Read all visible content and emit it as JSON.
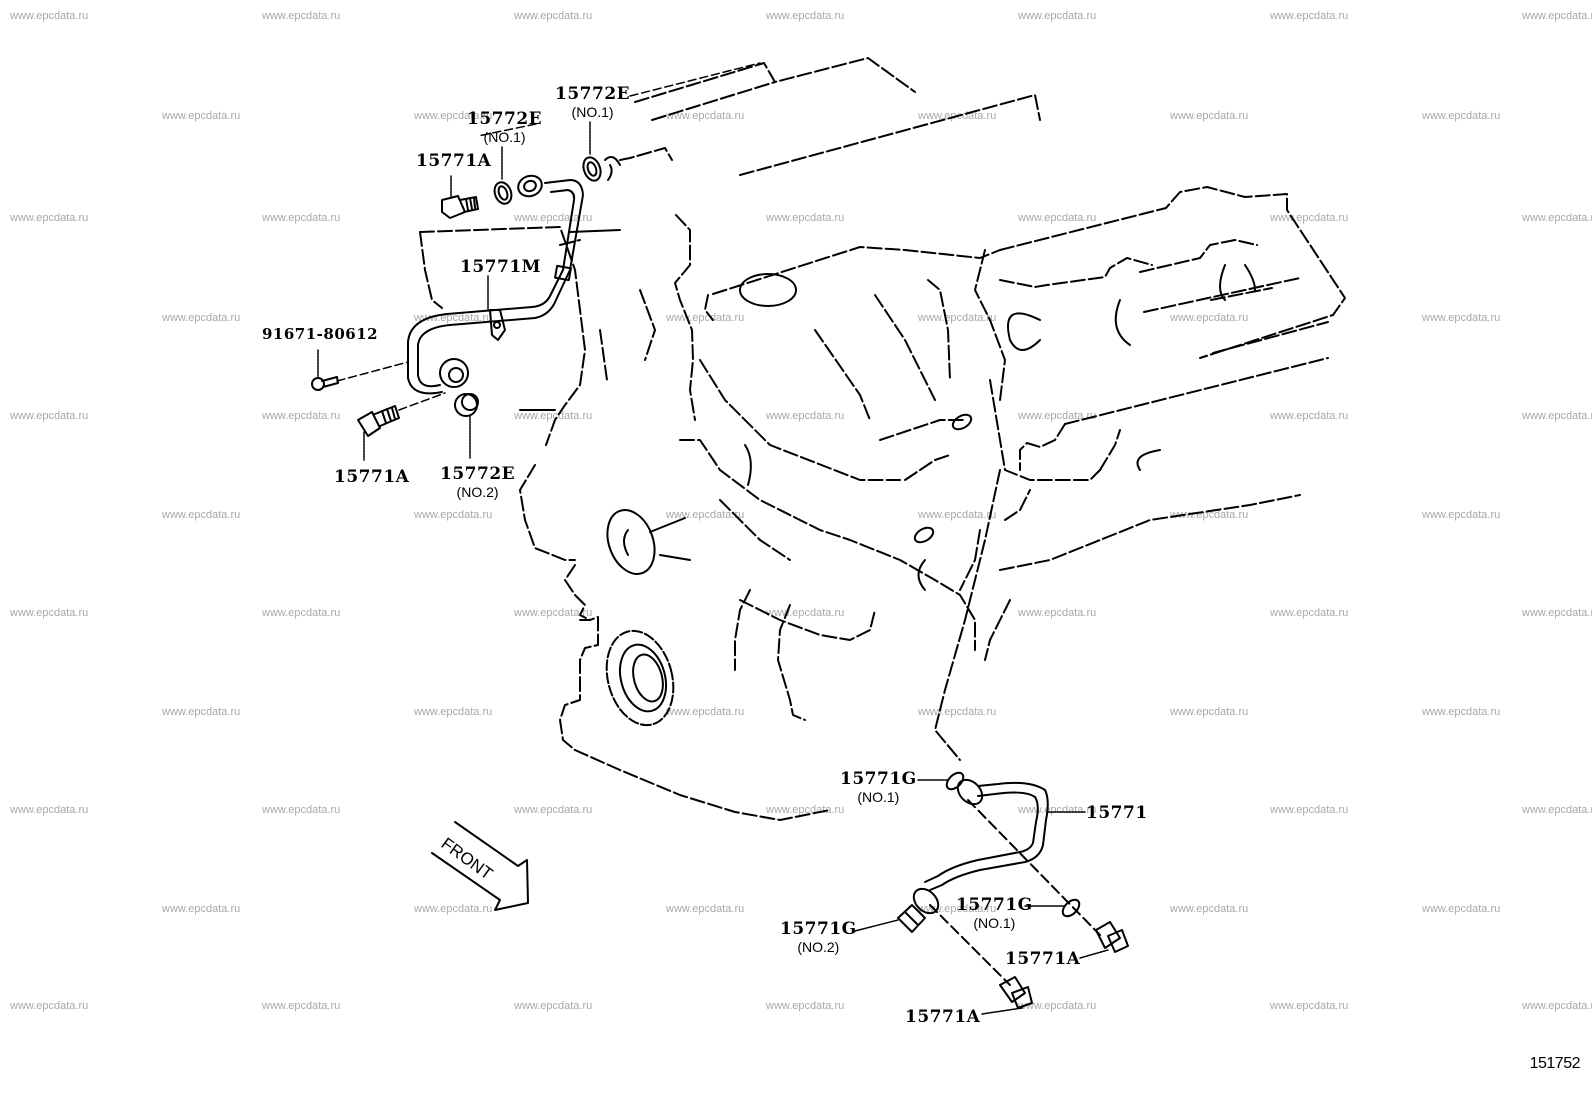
{
  "diagram": {
    "figure_id": "151752",
    "watermark_text": "www.epcdata.ru",
    "direction_indicator": "FRONT",
    "callouts": [
      {
        "id": "c1",
        "part_number": "15772E",
        "sub_label": "(NO.1)"
      },
      {
        "id": "c2",
        "part_number": "15772E",
        "sub_label": "(NO.1)"
      },
      {
        "id": "c3",
        "part_number": "15771A",
        "sub_label": ""
      },
      {
        "id": "c4",
        "part_number": "15771M",
        "sub_label": ""
      },
      {
        "id": "c5",
        "part_number": "91671-80612",
        "sub_label": ""
      },
      {
        "id": "c6",
        "part_number": "15771A",
        "sub_label": ""
      },
      {
        "id": "c7",
        "part_number": "15772E",
        "sub_label": "(NO.2)"
      },
      {
        "id": "c8",
        "part_number": "15771G",
        "sub_label": "(NO.1)"
      },
      {
        "id": "c9",
        "part_number": "15771",
        "sub_label": ""
      },
      {
        "id": "c10",
        "part_number": "15771G",
        "sub_label": "(NO.1)"
      },
      {
        "id": "c11",
        "part_number": "15771G",
        "sub_label": "(NO.2)"
      },
      {
        "id": "c12",
        "part_number": "15771A",
        "sub_label": ""
      },
      {
        "id": "c13",
        "part_number": "15771A",
        "sub_label": ""
      }
    ]
  }
}
